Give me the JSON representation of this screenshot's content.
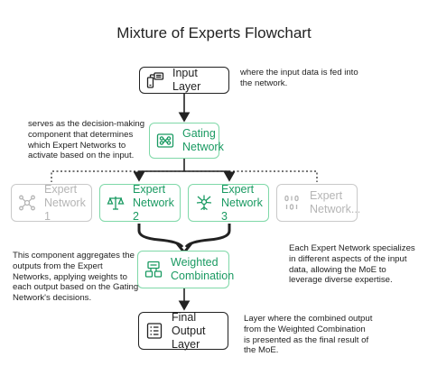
{
  "title": "Mixture of Experts Flowchart",
  "nodes": {
    "input": "Input Layer",
    "gating_1": "Gating",
    "gating_2": "Network",
    "expert1_1": "Expert",
    "expert1_2": "Network 1",
    "expert2_1": "Expert",
    "expert2_2": "Network 2",
    "expert3_1": "Expert",
    "expert3_2": "Network 3",
    "expertn_1": "Expert",
    "expertn_2": "Network...",
    "weighted_1": "Weighted",
    "weighted_2": "Combination",
    "output_1": "Final Output",
    "output_2": "Layer"
  },
  "notes": {
    "input": [
      "where the input data is fed into",
      "the network."
    ],
    "gating": [
      "serves as the decision-making",
      "component that determines",
      "which Expert Networks to",
      "activate based on the input."
    ],
    "weighted": [
      "This component aggregates the",
      "outputs from the Expert",
      "Networks, applying weights to",
      "each output based on the Gating",
      "Network's decisions."
    ],
    "experts": [
      "Each Expert Network specializes",
      "in different aspects of the input",
      "data, allowing the MoE to",
      "leverage diverse expertise."
    ],
    "output": [
      "Layer where the combined output",
      "from the Weighted Combination",
      "is presented as the final result of",
      "the MoE."
    ]
  },
  "colors": {
    "green": "#1a9a62",
    "green_border": "#7fd8a8",
    "grey": "#b5b5b5",
    "dark": "#222222"
  },
  "icons": {
    "input": "keyboard-device-icon",
    "gating": "network-grid-icon",
    "expert1": "molecule-icon",
    "expert2": "balance-scale-icon",
    "expert3": "neuron-icon",
    "expertn": "binary-icon",
    "weighted": "data-transfer-icon",
    "output": "document-list-icon"
  }
}
